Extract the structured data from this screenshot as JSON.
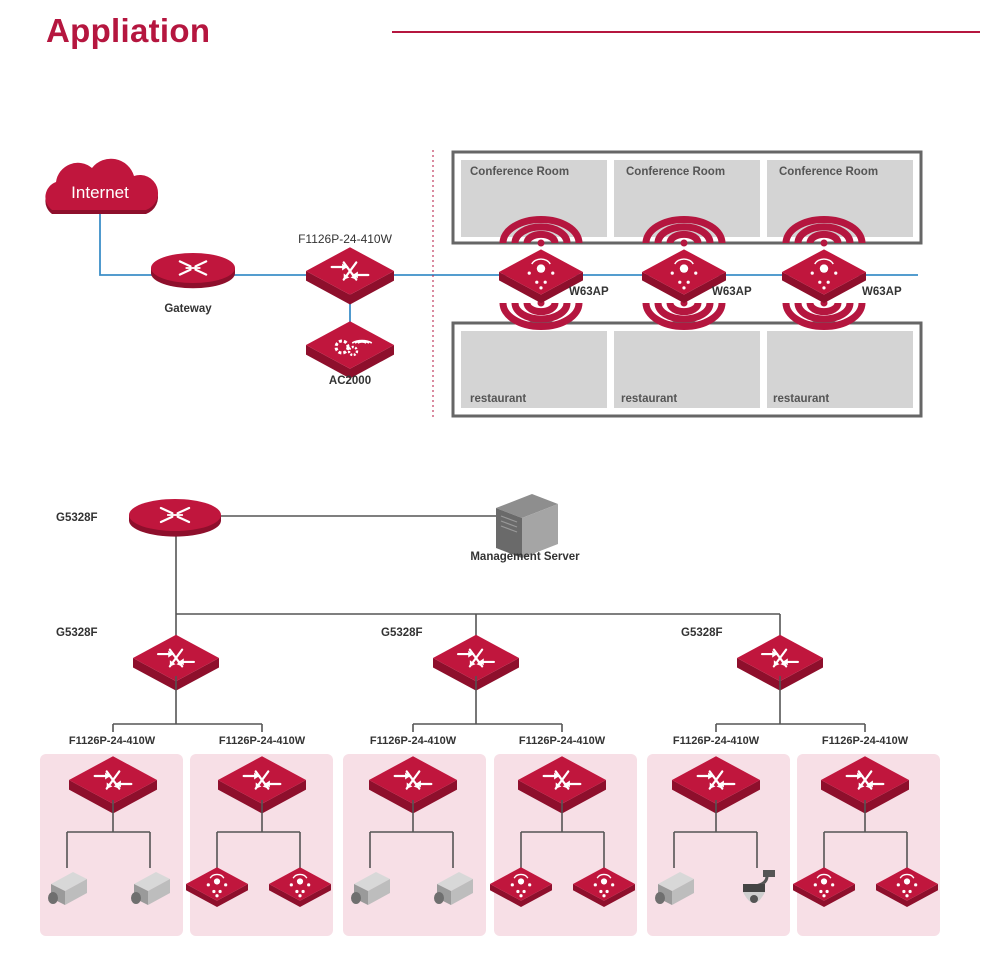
{
  "title": "Appliation",
  "colors": {
    "accent": "#b5163f",
    "device_top": "#c0163d",
    "device_side": "#8e0f2c",
    "link_blue": "#3c8fc8",
    "line_gray": "#555555",
    "room_gray": "#d4d4d4",
    "group_pink": "#f7dfe6"
  },
  "top": {
    "internet": "Internet",
    "gateway": "Gateway",
    "switch": "F1126P-24-410W",
    "controller": "AC2000",
    "ap_label": "W63AP",
    "conference_rooms": [
      "Conference Room",
      "Conference Room",
      "Conference Room"
    ],
    "restaurants": [
      "restaurant",
      "restaurant",
      "restaurant"
    ]
  },
  "bottom": {
    "core": "G5328F",
    "server": "Management Server",
    "aggregation": [
      "G5328F",
      "G5328F",
      "G5328F"
    ],
    "access": [
      "F1126P-24-410W",
      "F1126P-24-410W",
      "F1126P-24-410W",
      "F1126P-24-410W",
      "F1126P-24-410W",
      "F1126P-24-410W"
    ],
    "endpoints": [
      [
        "camera-icon",
        "camera-icon"
      ],
      [
        "access-point-icon",
        "access-point-icon"
      ],
      [
        "camera-icon",
        "camera-icon"
      ],
      [
        "access-point-icon",
        "access-point-icon"
      ],
      [
        "camera-icon",
        "dome-camera-icon"
      ],
      [
        "access-point-icon",
        "access-point-icon"
      ]
    ]
  }
}
